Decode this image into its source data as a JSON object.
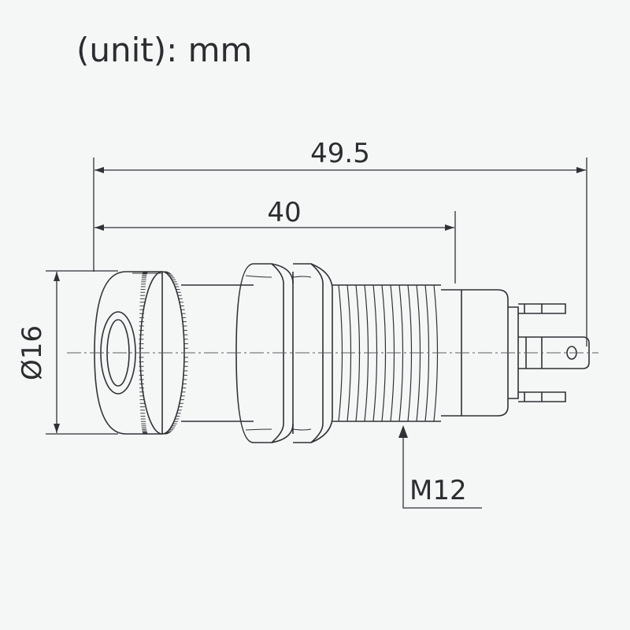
{
  "unit_label": "(unit): mm",
  "dimensions": {
    "overall_length": "49.5",
    "body_length": "40",
    "diameter": "Ø16",
    "thread": "M12"
  },
  "colors": {
    "background": "#f5f6f6",
    "line": "#2f3236",
    "thin_line": "#5a5e63",
    "text": "#2b2d30"
  }
}
